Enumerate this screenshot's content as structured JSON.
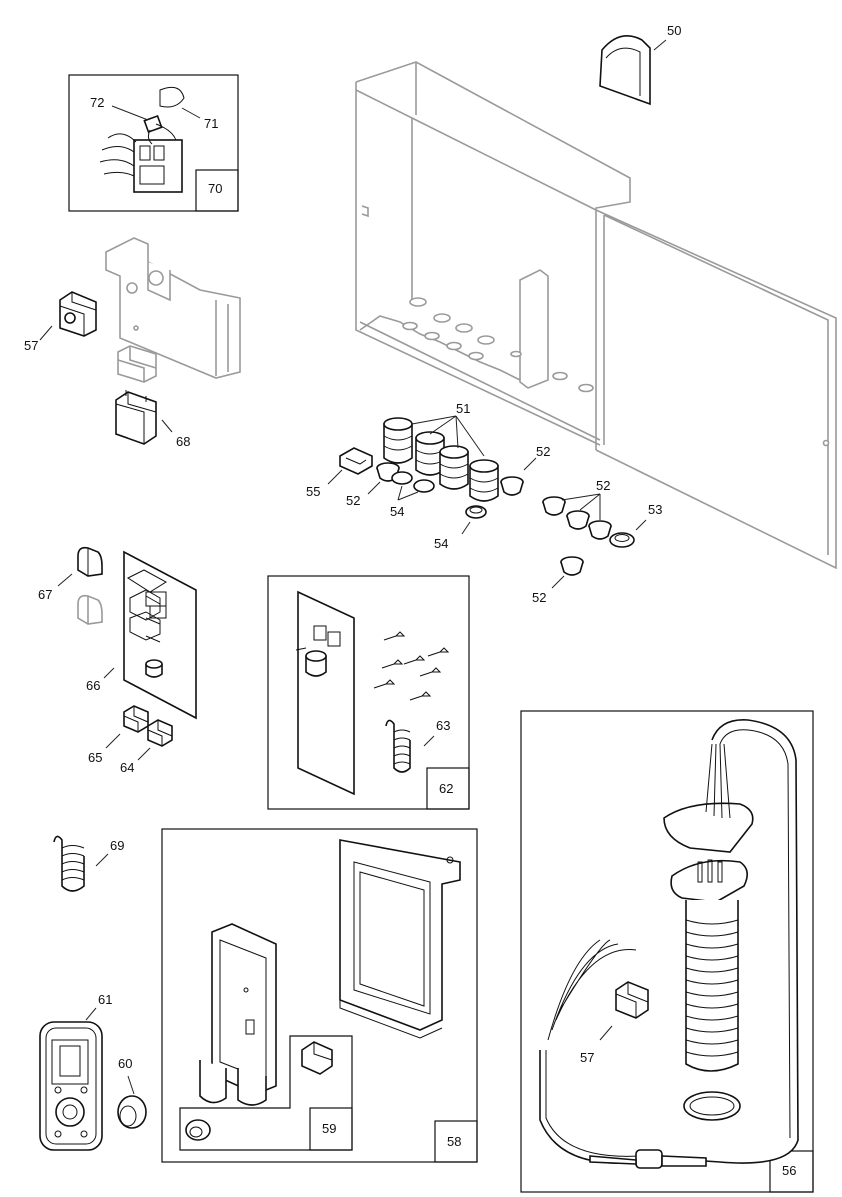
{
  "figure": {
    "callouts": [
      {
        "id": "c50",
        "label": "50"
      },
      {
        "id": "c51",
        "label": "51"
      },
      {
        "id": "c52a",
        "label": "52"
      },
      {
        "id": "c52b",
        "label": "52"
      },
      {
        "id": "c52c",
        "label": "52"
      },
      {
        "id": "c52d",
        "label": "52"
      },
      {
        "id": "c53",
        "label": "53"
      },
      {
        "id": "c54a",
        "label": "54"
      },
      {
        "id": "c54b",
        "label": "54"
      },
      {
        "id": "c55",
        "label": "55"
      },
      {
        "id": "c56",
        "label": "56"
      },
      {
        "id": "c57a",
        "label": "57"
      },
      {
        "id": "c57b",
        "label": "57"
      },
      {
        "id": "c58",
        "label": "58"
      },
      {
        "id": "c59",
        "label": "59"
      },
      {
        "id": "c60",
        "label": "60"
      },
      {
        "id": "c61",
        "label": "61"
      },
      {
        "id": "c62",
        "label": "62"
      },
      {
        "id": "c63",
        "label": "63"
      },
      {
        "id": "c64",
        "label": "64"
      },
      {
        "id": "c65",
        "label": "65"
      },
      {
        "id": "c66",
        "label": "66"
      },
      {
        "id": "c67",
        "label": "67"
      },
      {
        "id": "c68",
        "label": "68"
      },
      {
        "id": "c69",
        "label": "69"
      },
      {
        "id": "c70",
        "label": "70"
      },
      {
        "id": "c71",
        "label": "71"
      },
      {
        "id": "c72",
        "label": "72"
      }
    ]
  }
}
